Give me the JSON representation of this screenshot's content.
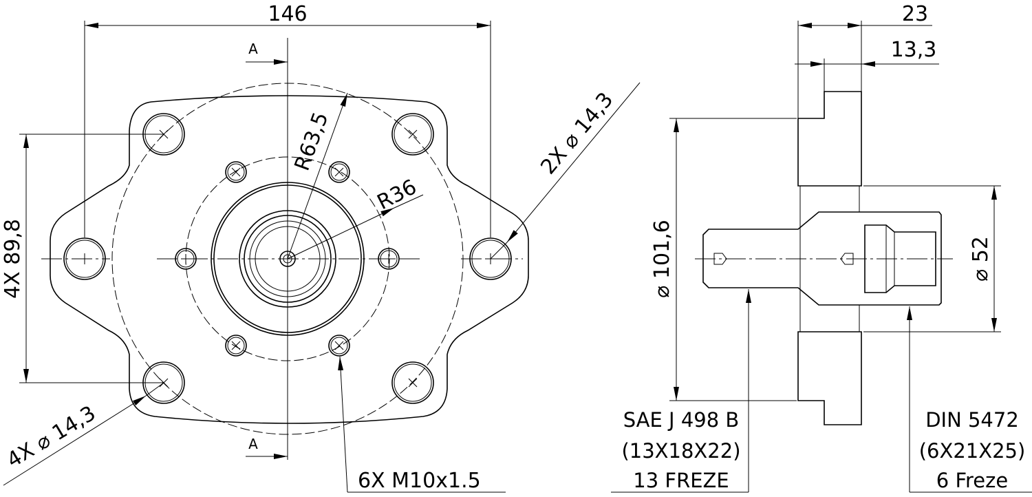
{
  "front_view": {
    "width_dim": "146",
    "height_dim": "4X 89,8",
    "radius_outer": "R63,5",
    "radius_inner": "R36",
    "side_holes": "2X ⌀ 14,3",
    "corner_holes": "4X ⌀ 14,3",
    "thread_holes": "6X M10x1.5",
    "section_mark_top": "A",
    "section_mark_bottom": "A"
  },
  "section_view": {
    "overall_length": "23",
    "flange_length": "13,3",
    "pilot_diameter": "⌀ 101,6",
    "bore_diameter": "⌀ 52",
    "left_spline": {
      "line1": "SAE J 498 B",
      "line2": "(13X18X22)",
      "line3": "13 FREZE"
    },
    "right_spline": {
      "line1": "DIN 5472",
      "line2": "(6X21X25)",
      "line3": "6 Freze"
    }
  }
}
